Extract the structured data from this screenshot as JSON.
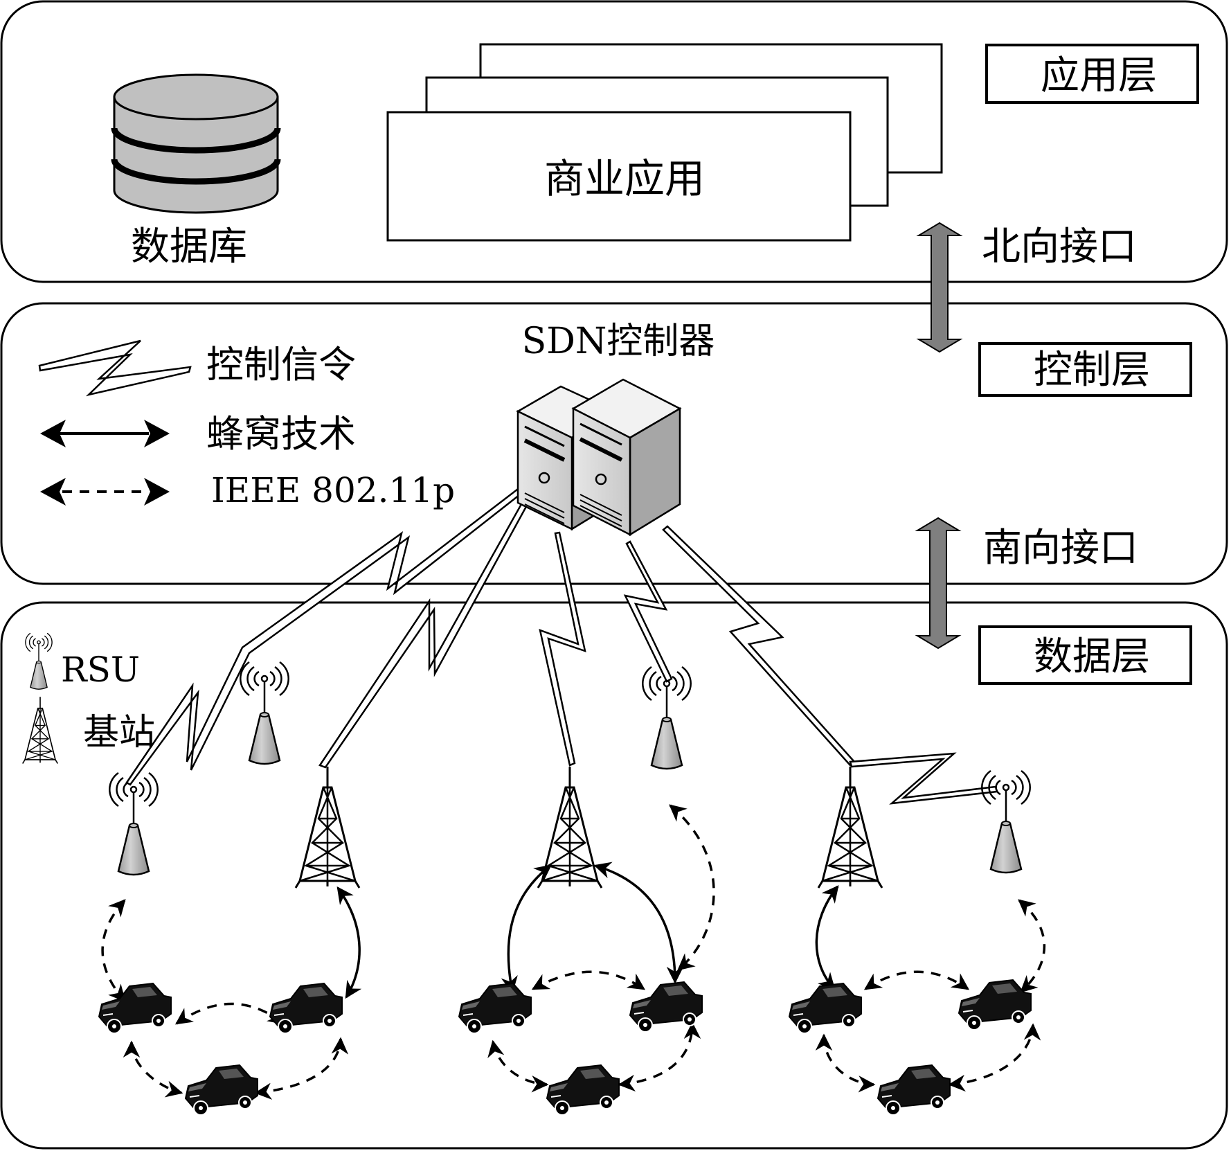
{
  "layers": {
    "application": "应用层",
    "control": "控制层",
    "data": "数据层"
  },
  "interfaces": {
    "northbound": "北向接口",
    "southbound": "南向接口"
  },
  "application_layer": {
    "database_label": "数据库",
    "business_app_label": "商业应用"
  },
  "control_layer": {
    "controller_label": "SDN控制器"
  },
  "legend": {
    "control_signal": "控制信令",
    "cellular": "蜂窝技术",
    "ieee": "IEEE 802.11p",
    "rsu": "RSU",
    "base_station": "基站"
  },
  "icons": [
    "database-icon",
    "server-icon",
    "rsu-icon",
    "base-station-icon",
    "car-icon",
    "lightning-link",
    "double-arrow"
  ],
  "colors": {
    "stroke": "#000000",
    "fill_gray": "#a6a6a6",
    "arrow_gray": "#7f7f7f"
  }
}
